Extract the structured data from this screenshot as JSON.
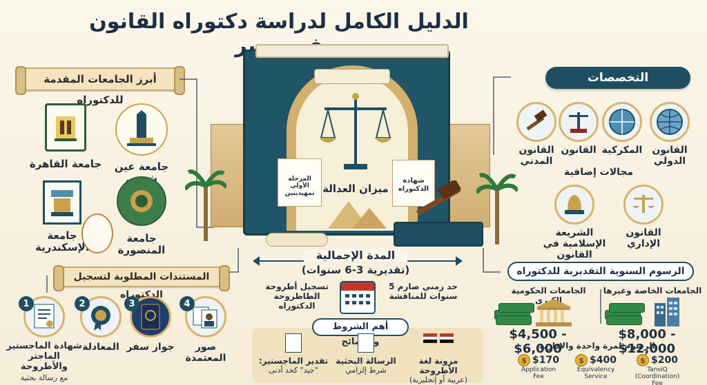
{
  "title": "الدليل الكامل لدراسة دكتوراه القانون في مصر",
  "universities": {
    "heading": "أبرز الجامعات المقدمة للدكتوراه",
    "items": [
      {
        "name": "جامعة القاهرة"
      },
      {
        "name": "جامعة عين شمس"
      },
      {
        "name": "جامعة الإسكندرية"
      },
      {
        "name": "جامعة المنصورة"
      }
    ]
  },
  "center": {
    "scale_label": "ميزان العدالة",
    "stage_one": "المرحلة الأولى تمهيديتين",
    "doctorate_cert": "شهادة الدكتوراه"
  },
  "specializations": {
    "heading": "التخصصات",
    "items": [
      {
        "name": "القانون الدولي"
      },
      {
        "name": "المكركية"
      },
      {
        "name": "القانون"
      },
      {
        "name": "القانون المدني"
      },
      {
        "name": "القانون الإداري"
      },
      {
        "name": "الشريعة الإسلامية في القانون"
      }
    ],
    "extra": "مجالات إضافية"
  },
  "duration": {
    "heading": "المدة الإجمالية",
    "range": "(تقديرية 3-6 سنوات)",
    "register": "تسجيل أطروحة الطاطروحة الدكتوراه",
    "deadline": "حد زمني صارم 5 سنوات للمناقشة"
  },
  "documents": {
    "heading": "المستندات المطلوبة لتسجيل الدكتوراه",
    "items": [
      {
        "num": "1",
        "name": "شهادة الماجستير الماجتر والأطروحة",
        "sub": "مع رسالة بحثية"
      },
      {
        "num": "2",
        "name": "المعادلة"
      },
      {
        "num": "3",
        "name": "جواز سفر"
      },
      {
        "num": "4",
        "name": "صور المعتمدة"
      }
    ]
  },
  "conditions": {
    "heading": "أهم الشروط والنصائح",
    "items": [
      {
        "name": "مرونة لغة الأطروحة",
        "sub": "(عربية أو إنجليزية)"
      },
      {
        "name": "الرسالة البحثية",
        "sub": "شرط إلزامي"
      },
      {
        "name": "تقدير الماجستير:",
        "sub": "\"جيد\" كحد أدنى"
      }
    ]
  },
  "fees": {
    "heading": "الرسوم السنوية التقديرية للدكتوراه",
    "private_label": "الجامعات الخاصة وغيرها",
    "private_price": "$8,000 - $12,000",
    "gov_label": "الجامعات الحكومية الكبرى",
    "gov_price": "$4,500 - $6,000",
    "one_time_label": "الرسوم لمرة واحدة والإدارية",
    "one_time": [
      {
        "amount": "$200",
        "name": "TansiQ (Coordination) Fee"
      },
      {
        "amount": "$400",
        "name": "Equivalency Service"
      },
      {
        "amount": "$170",
        "name": "Application Fee"
      }
    ]
  }
}
